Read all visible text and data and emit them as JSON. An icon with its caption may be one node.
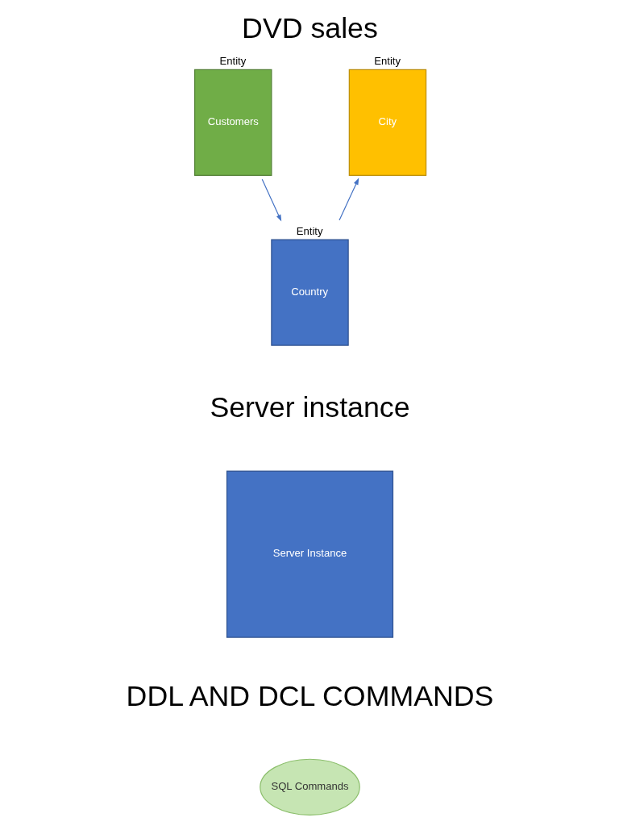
{
  "diagram": {
    "title": "DVD sales",
    "nodes": [
      {
        "text": [
          "Entity",
          "Customers"
        ]
      },
      {
        "text": [
          "Entity",
          "Country"
        ]
      },
      {
        "text": [
          "Entity",
          "City"
        ]
      },
      {
        "text": [
          "Server Instance"
        ]
      },
      {
        "text": [
          "SQL Commands"
        ]
      }
    ],
    "edges": [
      {
        "from": 0,
        "to": 1,
        "arrow": "to"
      },
      {
        "from": 1,
        "to": 2,
        "arrow": "to"
      }
    ],
    "labels": [
      "Server instance",
      "DDL AND DCL COMMANDS"
    ]
  }
}
